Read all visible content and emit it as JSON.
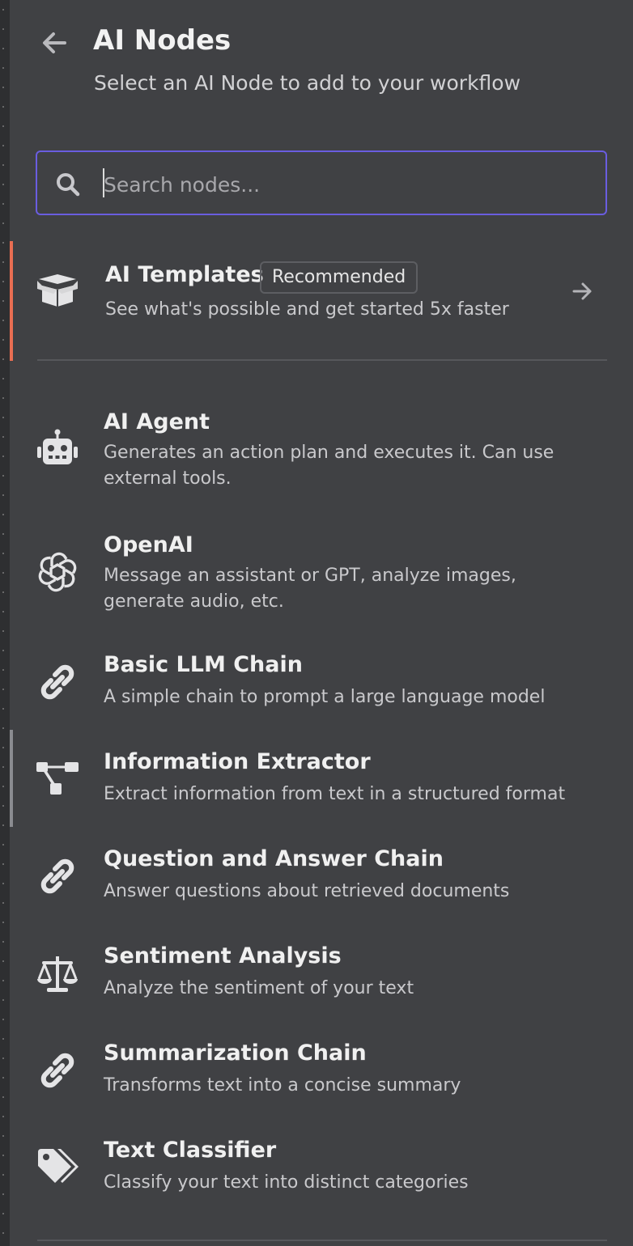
{
  "header": {
    "title": "AI Nodes",
    "subtitle": "Select an AI Node to add to your workflow"
  },
  "search": {
    "placeholder": "Search nodes...",
    "value": ""
  },
  "templates": {
    "title": "AI Templates",
    "badge": "Recommended",
    "description": "See what's possible and get started 5x faster",
    "accent": "#e96e52"
  },
  "nodes": [
    {
      "name": "AI Agent",
      "description": "Generates an action plan and executes it. Can use external tools.",
      "icon": "robot-icon"
    },
    {
      "name": "OpenAI",
      "description": "Message an assistant or GPT, analyze images, generate audio, etc.",
      "icon": "openai-icon"
    },
    {
      "name": "Basic LLM Chain",
      "description": "A simple chain to prompt a large language model",
      "icon": "link-icon"
    },
    {
      "name": "Information Extractor",
      "description": "Extract information from text in a structured format",
      "icon": "project-diagram-icon"
    },
    {
      "name": "Question and Answer Chain",
      "description": "Answer questions about retrieved documents",
      "icon": "link-icon"
    },
    {
      "name": "Sentiment Analysis",
      "description": "Analyze the sentiment of your text",
      "icon": "balance-scale-icon"
    },
    {
      "name": "Summarization Chain",
      "description": "Transforms text into a concise summary",
      "icon": "link-icon"
    },
    {
      "name": "Text Classifier",
      "description": "Classify your text into distinct categories",
      "icon": "tags-icon"
    }
  ],
  "colors": {
    "background": "#404144",
    "search_border": "#6a5de0",
    "text": "#f0f0f0",
    "muted_text": "#c9c9cc"
  }
}
